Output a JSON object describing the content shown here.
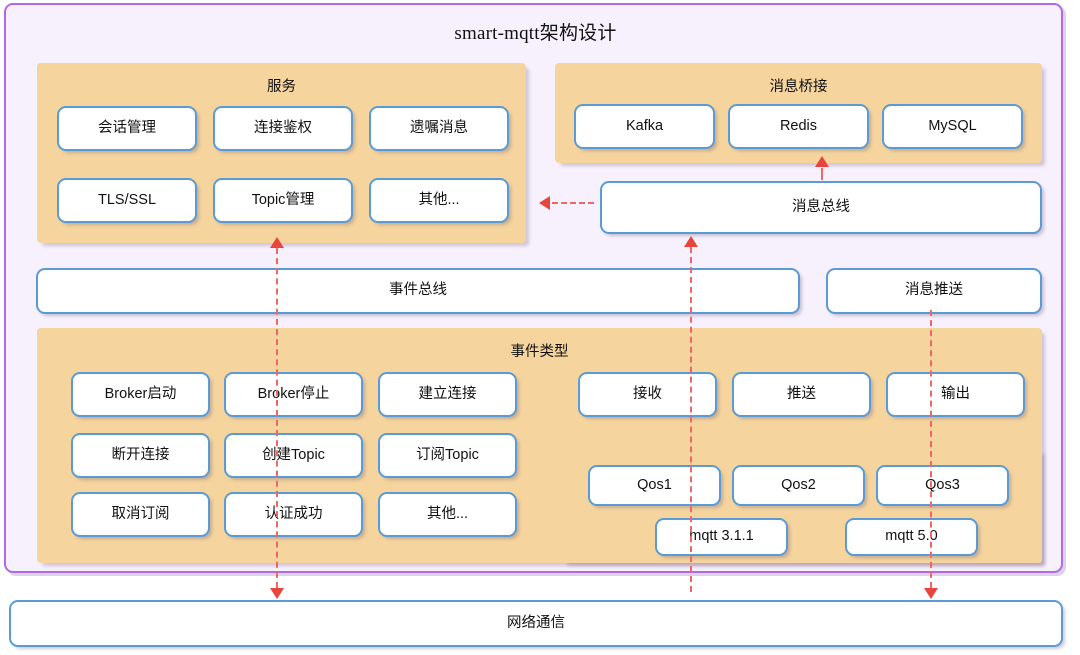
{
  "diagram": {
    "title_latin": "smart-mqtt",
    "title_cjk": "架构设计",
    "colors": {
      "frame_border": "#B06AE8",
      "frame_background": "#F7F0FD",
      "group_background": "#F5D49D",
      "node_border": "#5B9BD5",
      "node_background": "#FFFFFF",
      "connector": "#EE6666",
      "arrowhead": "#E8453C"
    }
  },
  "groups": {
    "service": {
      "title": "服务",
      "nodes": [
        "会话管理",
        "连接鉴权",
        "遗嘱消息",
        "TLS/SSL",
        "Topic管理",
        "其他..."
      ]
    },
    "bridge": {
      "title": "消息桥接",
      "nodes": [
        "Kafka",
        "Redis",
        "MySQL"
      ]
    },
    "event_types": {
      "title": "事件类型",
      "left_nodes": [
        "Broker启动",
        "Broker停止",
        "建立连接",
        "断开连接",
        "创建Topic",
        "订阅Topic",
        "取消订阅",
        "认证成功",
        "其他..."
      ],
      "right_nodes": [
        "接收",
        "推送",
        "输出"
      ],
      "qos_nodes": [
        "Qos1",
        "Qos2",
        "Qos3"
      ],
      "protocol_nodes": [
        "mqtt 3.1.1",
        "mqtt 5.0"
      ]
    }
  },
  "buses": {
    "message_bus": "消息总线",
    "event_bus": "事件总线",
    "message_push": "消息推送",
    "network": "网络通信"
  }
}
